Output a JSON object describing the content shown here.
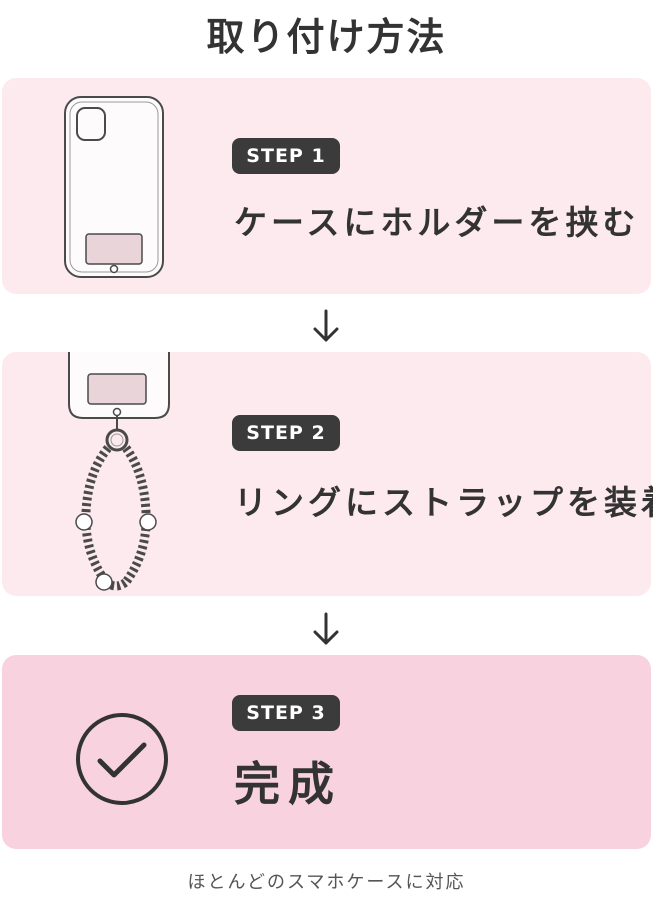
{
  "header": {
    "title": "取り付け方法"
  },
  "steps": [
    {
      "badge": "STEP 1",
      "text": "ケースにホルダーを挟む"
    },
    {
      "badge": "STEP 2",
      "text": "リングにストラップを装着"
    },
    {
      "badge": "STEP 3",
      "text": "完成"
    }
  ],
  "footer": {
    "note": "ほとんどのスマホケースに対応"
  },
  "colors": {
    "card_light_pink": "#fdeaef",
    "card_pink": "#f8d3df",
    "badge_dark": "#3b3b3b",
    "text_dark": "#333333"
  },
  "icons": [
    "phone-case-icon",
    "phone-strap-icon",
    "checkmark-circle-icon",
    "down-arrow-icon"
  ]
}
